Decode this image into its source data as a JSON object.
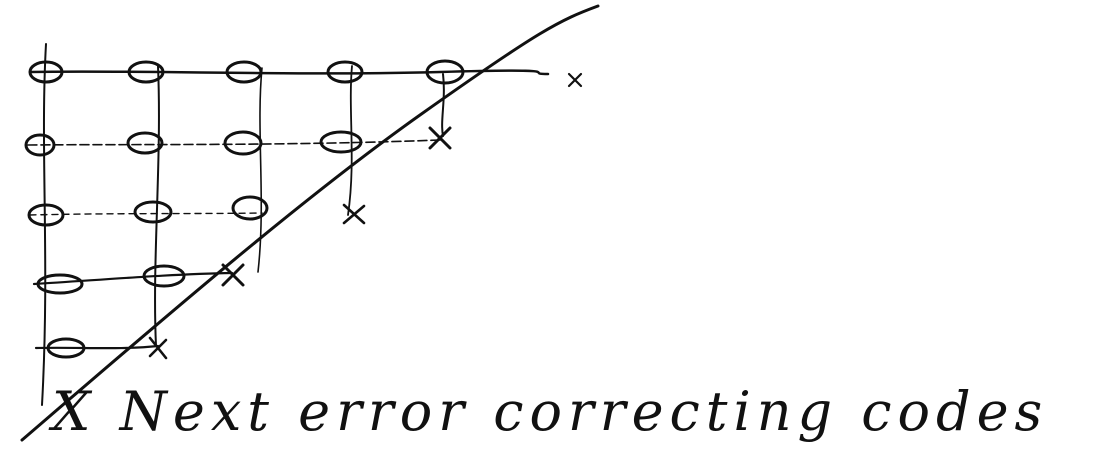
{
  "caption": "X Next error correcting codes",
  "ink_color": "#111111",
  "background_color": "#ffffff",
  "grid": {
    "rows": 5,
    "columns": 5,
    "cell_marker": "circle",
    "boundary_marker": "x-mark"
  }
}
